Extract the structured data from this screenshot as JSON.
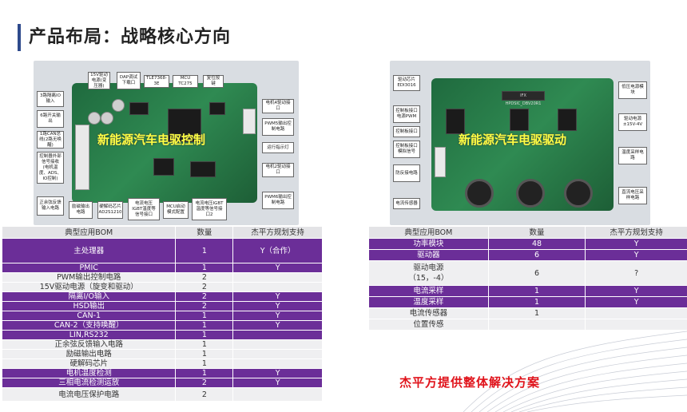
{
  "page": {
    "title": "产品布局：战略核心方向"
  },
  "left_board": {
    "overlay": "新能源汽车电驱控制",
    "callouts": [
      "15V驱动电源(变压器)",
      "DAP调试下载口",
      "TLE7368-3E",
      "MCU TC275",
      "复位按键",
      "3路隔离IO输入",
      "6路开关输出",
      "1路CAN总线(2路无唤醒)",
      "控制器外部信号接收(电机温度、ADS、IO控制)",
      "正余弦反馈输入电路",
      "电机4驱动接口",
      "PWM5输出控制电路",
      "运行指示灯",
      "电机2驱动接口",
      "PWM6输出控制电路",
      "励磁输出电路",
      "硬解码芯片AD2S1210",
      "电流电压IGBT温度等信号接口",
      "MCU启动模式配置",
      "电流电压IGBT温度等信号接口2"
    ]
  },
  "right_board": {
    "overlay": "新能源汽车电驱驱动",
    "pcb_text": "IFX HPDSIC_DBV20R1",
    "callouts": [
      "驱动芯片EDI3016",
      "控制板接口电源PWM",
      "控制板接口",
      "控制板接口模拟信号",
      "防反接电路",
      "电流传感器",
      "低压电源模块",
      "驱动电源±15V-4V",
      "温度采样电路",
      "直流电压采样电路"
    ]
  },
  "left_table": {
    "headers": [
      "典型应用BOM",
      "数量",
      "杰平方规划支持"
    ],
    "rows": [
      {
        "item": "主处理器",
        "qty": "1",
        "support": "Y（合作）",
        "hl": true
      },
      {
        "item": "PMIC",
        "qty": "1",
        "support": "Y",
        "hl": true
      },
      {
        "item": "PWM输出控制电路",
        "qty": "2",
        "support": "",
        "hl": false
      },
      {
        "item": "15V驱动电源（旋变和驱动）",
        "qty": "2",
        "support": "",
        "hl": false
      },
      {
        "item": "隔离I/O输入",
        "qty": "2",
        "support": "Y",
        "hl": true
      },
      {
        "item": "HSD输出",
        "qty": "2",
        "support": "Y",
        "hl": true
      },
      {
        "item": "CAN-1",
        "qty": "1",
        "support": "Y",
        "hl": true
      },
      {
        "item": "CAN-2（支持唤醒）",
        "qty": "1",
        "support": "Y",
        "hl": true
      },
      {
        "item": "LIN,RS232",
        "qty": "1",
        "support": "",
        "hl": true
      },
      {
        "item": "正余弦反馈输入电路",
        "qty": "1",
        "support": "",
        "hl": false
      },
      {
        "item": "励磁输出电路",
        "qty": "1",
        "support": "",
        "hl": false
      },
      {
        "item": "硬解码芯片",
        "qty": "1",
        "support": "",
        "hl": false
      },
      {
        "item": "电机温度检测",
        "qty": "1",
        "support": "Y",
        "hl": true
      },
      {
        "item": "三相电流检测运放",
        "qty": "2",
        "support": "Y",
        "hl": true
      },
      {
        "item": "电流电压保护电路",
        "qty": "2",
        "support": "",
        "hl": false
      }
    ]
  },
  "right_table": {
    "headers": [
      "典型应用BOM",
      "数量",
      "杰平方规划支持"
    ],
    "rows": [
      {
        "item": "功率模块",
        "qty": "48",
        "support": "Y",
        "hl": true
      },
      {
        "item": "驱动器",
        "qty": "6",
        "support": "Y",
        "hl": true
      },
      {
        "item": "驱动电源\n（15，-4）",
        "qty": "6",
        "support": "?",
        "hl": false
      },
      {
        "item": "电流采样",
        "qty": "1",
        "support": "Y",
        "hl": true
      },
      {
        "item": "温度采样",
        "qty": "1",
        "support": "Y",
        "hl": true
      },
      {
        "item": "电流传感器",
        "qty": "1",
        "support": "",
        "hl": false
      },
      {
        "item": "位置传感",
        "qty": "",
        "support": "",
        "hl": false
      }
    ]
  },
  "footer": {
    "text": "杰平方提供整体解决方案"
  },
  "colors": {
    "accent_purple": "#6b2e98",
    "footer_red": "#e0121a",
    "title_bar": "#2e4a8c"
  }
}
